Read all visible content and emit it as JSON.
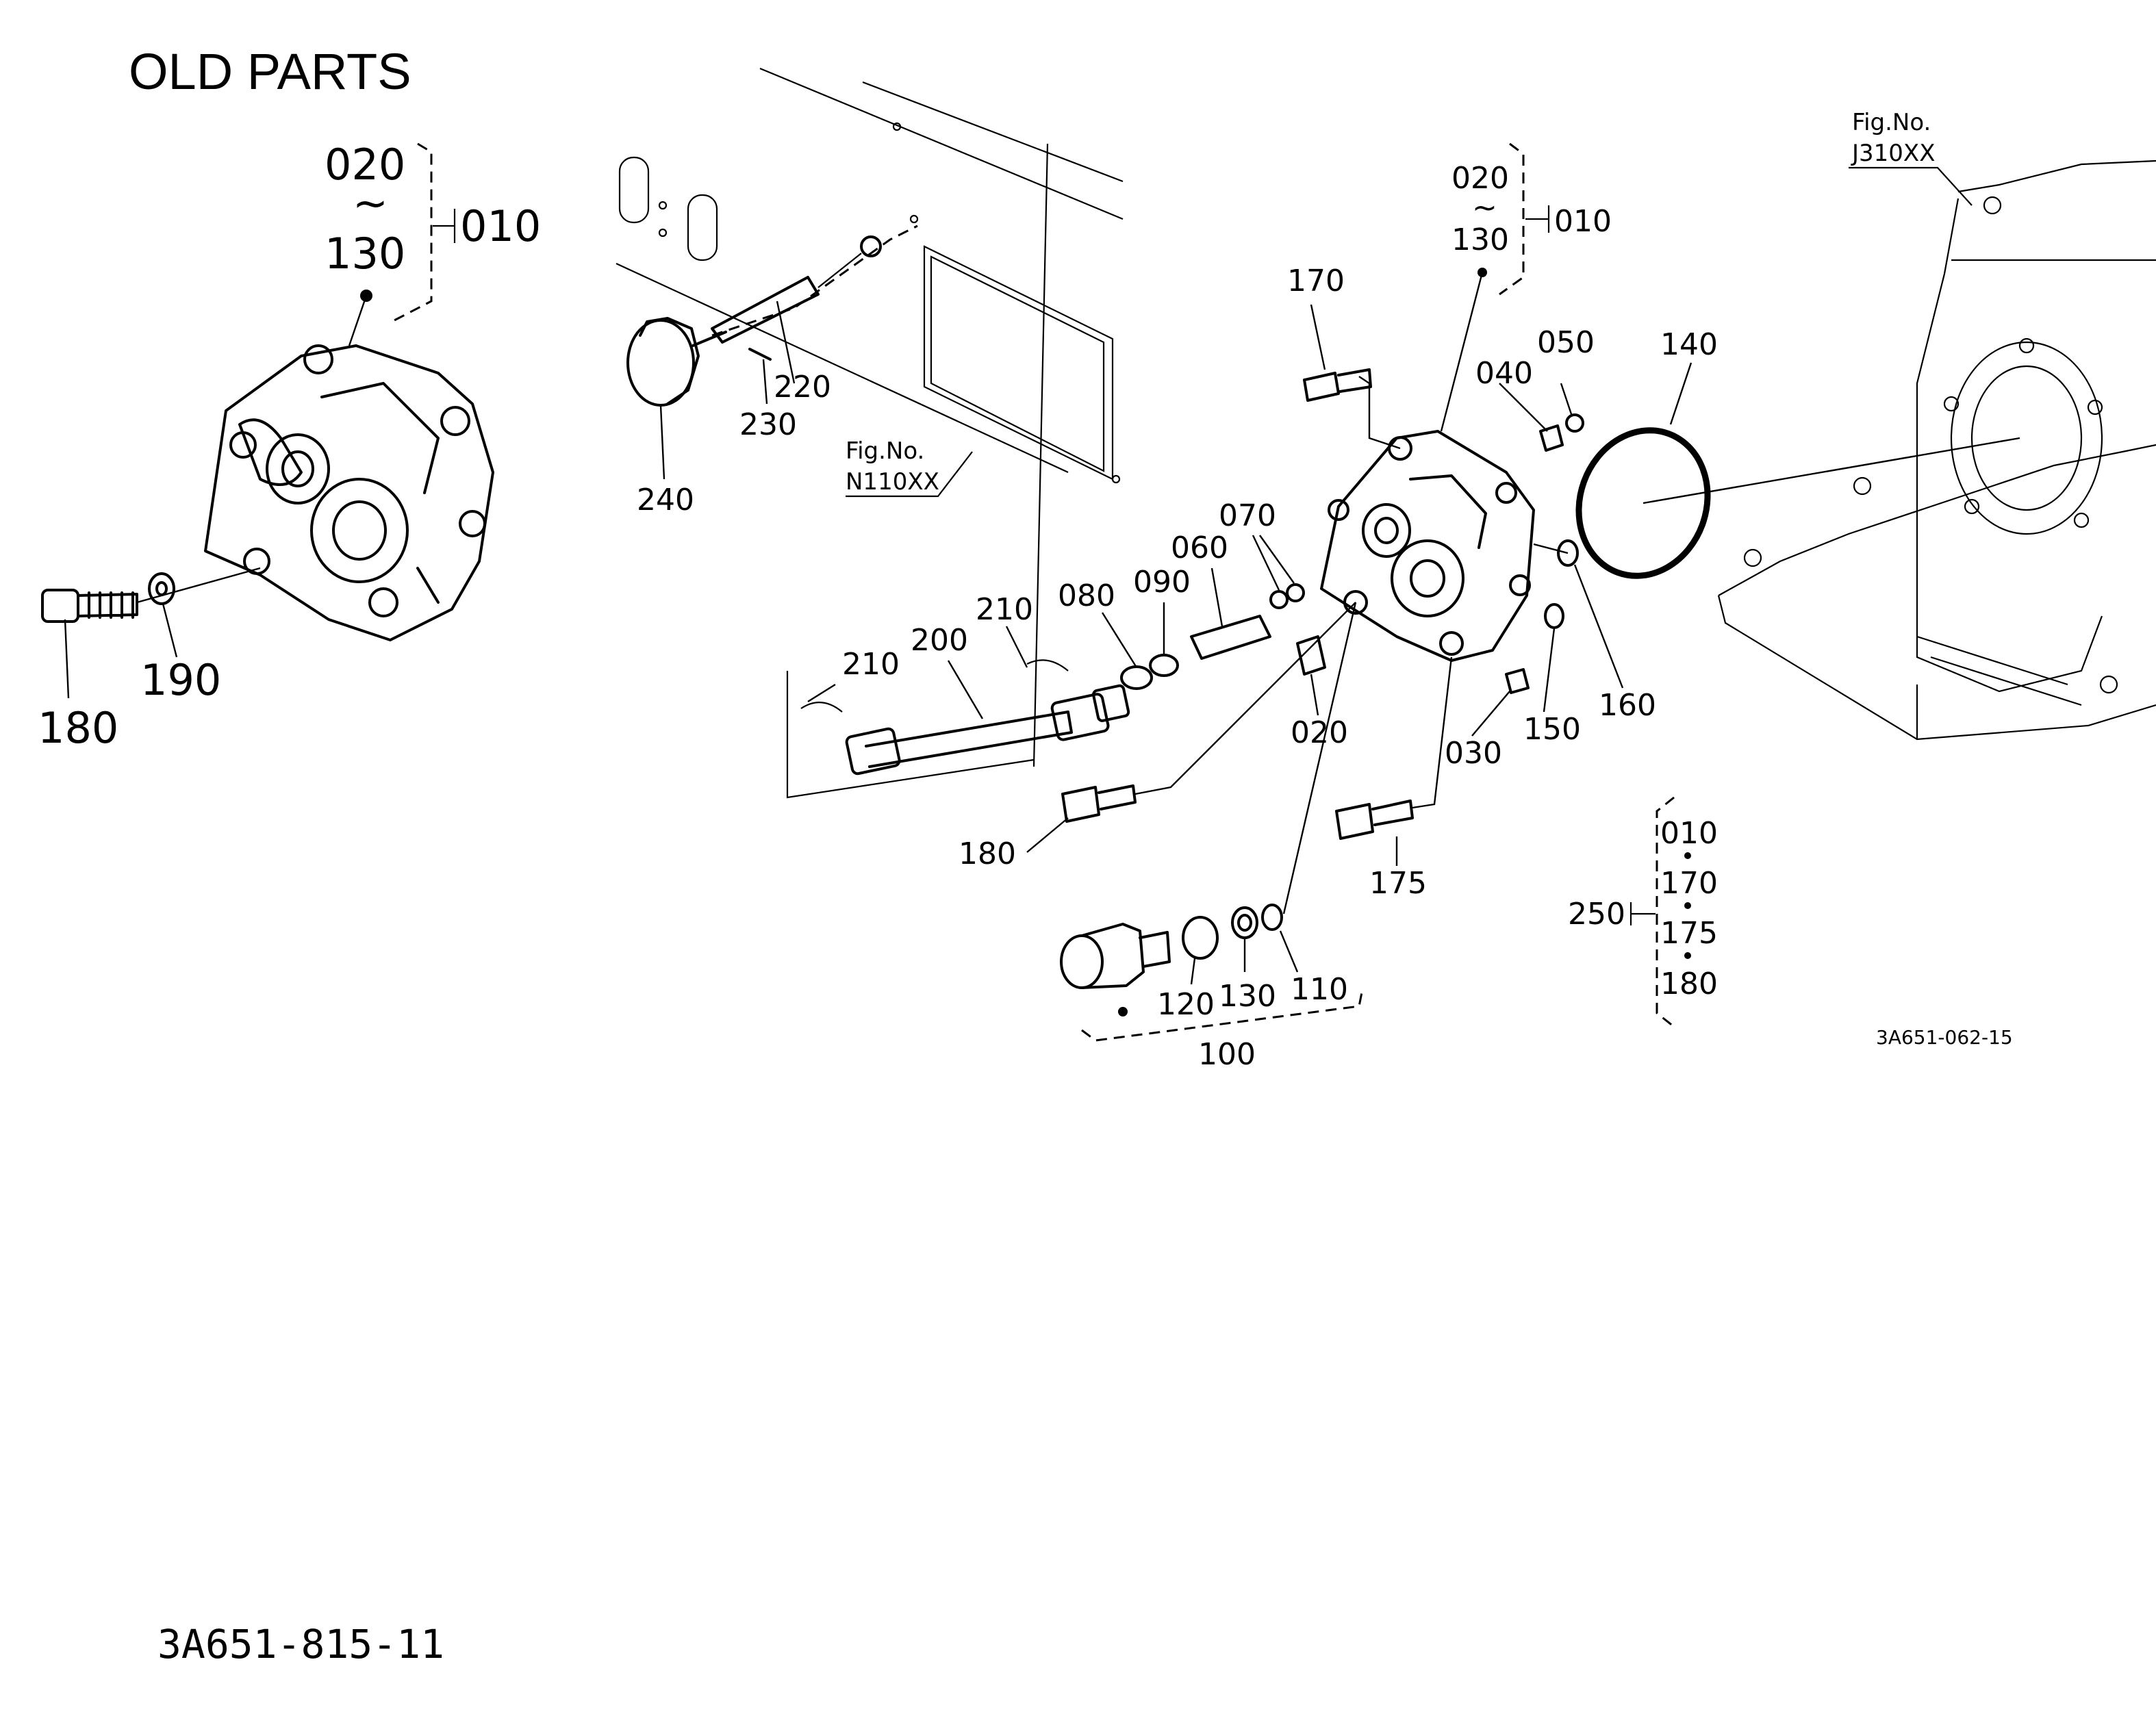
{
  "title": "OLD PARTS",
  "old_parts": {
    "group_from": "020",
    "tilde": "~",
    "group_to": "130",
    "assembly": "010",
    "bolt": "180",
    "washer": "190"
  },
  "fig_refs": {
    "n_caption": "Fig.No.",
    "n_code": "N110XX",
    "j_caption": "Fig.No.",
    "j_code": "J310XX"
  },
  "callouts": {
    "group_from": "020",
    "tilde": "~",
    "group_to": "130",
    "assembly": "010",
    "p170": "170",
    "p040": "040",
    "p050": "050",
    "p140": "140",
    "p220": "220",
    "p230": "230",
    "p240": "240",
    "p070": "070",
    "p060": "060",
    "p090": "090",
    "p080": "080",
    "p210a": "210",
    "p210b": "210",
    "p200": "200",
    "p020": "020",
    "p030": "030",
    "p150": "150",
    "p160": "160",
    "p180": "180",
    "p175": "175",
    "p120": "120",
    "p130": "130",
    "p110": "110",
    "p100": "100"
  },
  "kit": {
    "number": "250",
    "items": [
      "010",
      "170",
      "175",
      "180"
    ]
  },
  "drawing_code": "3A651-062-15",
  "page_code": "3A651-815-11"
}
